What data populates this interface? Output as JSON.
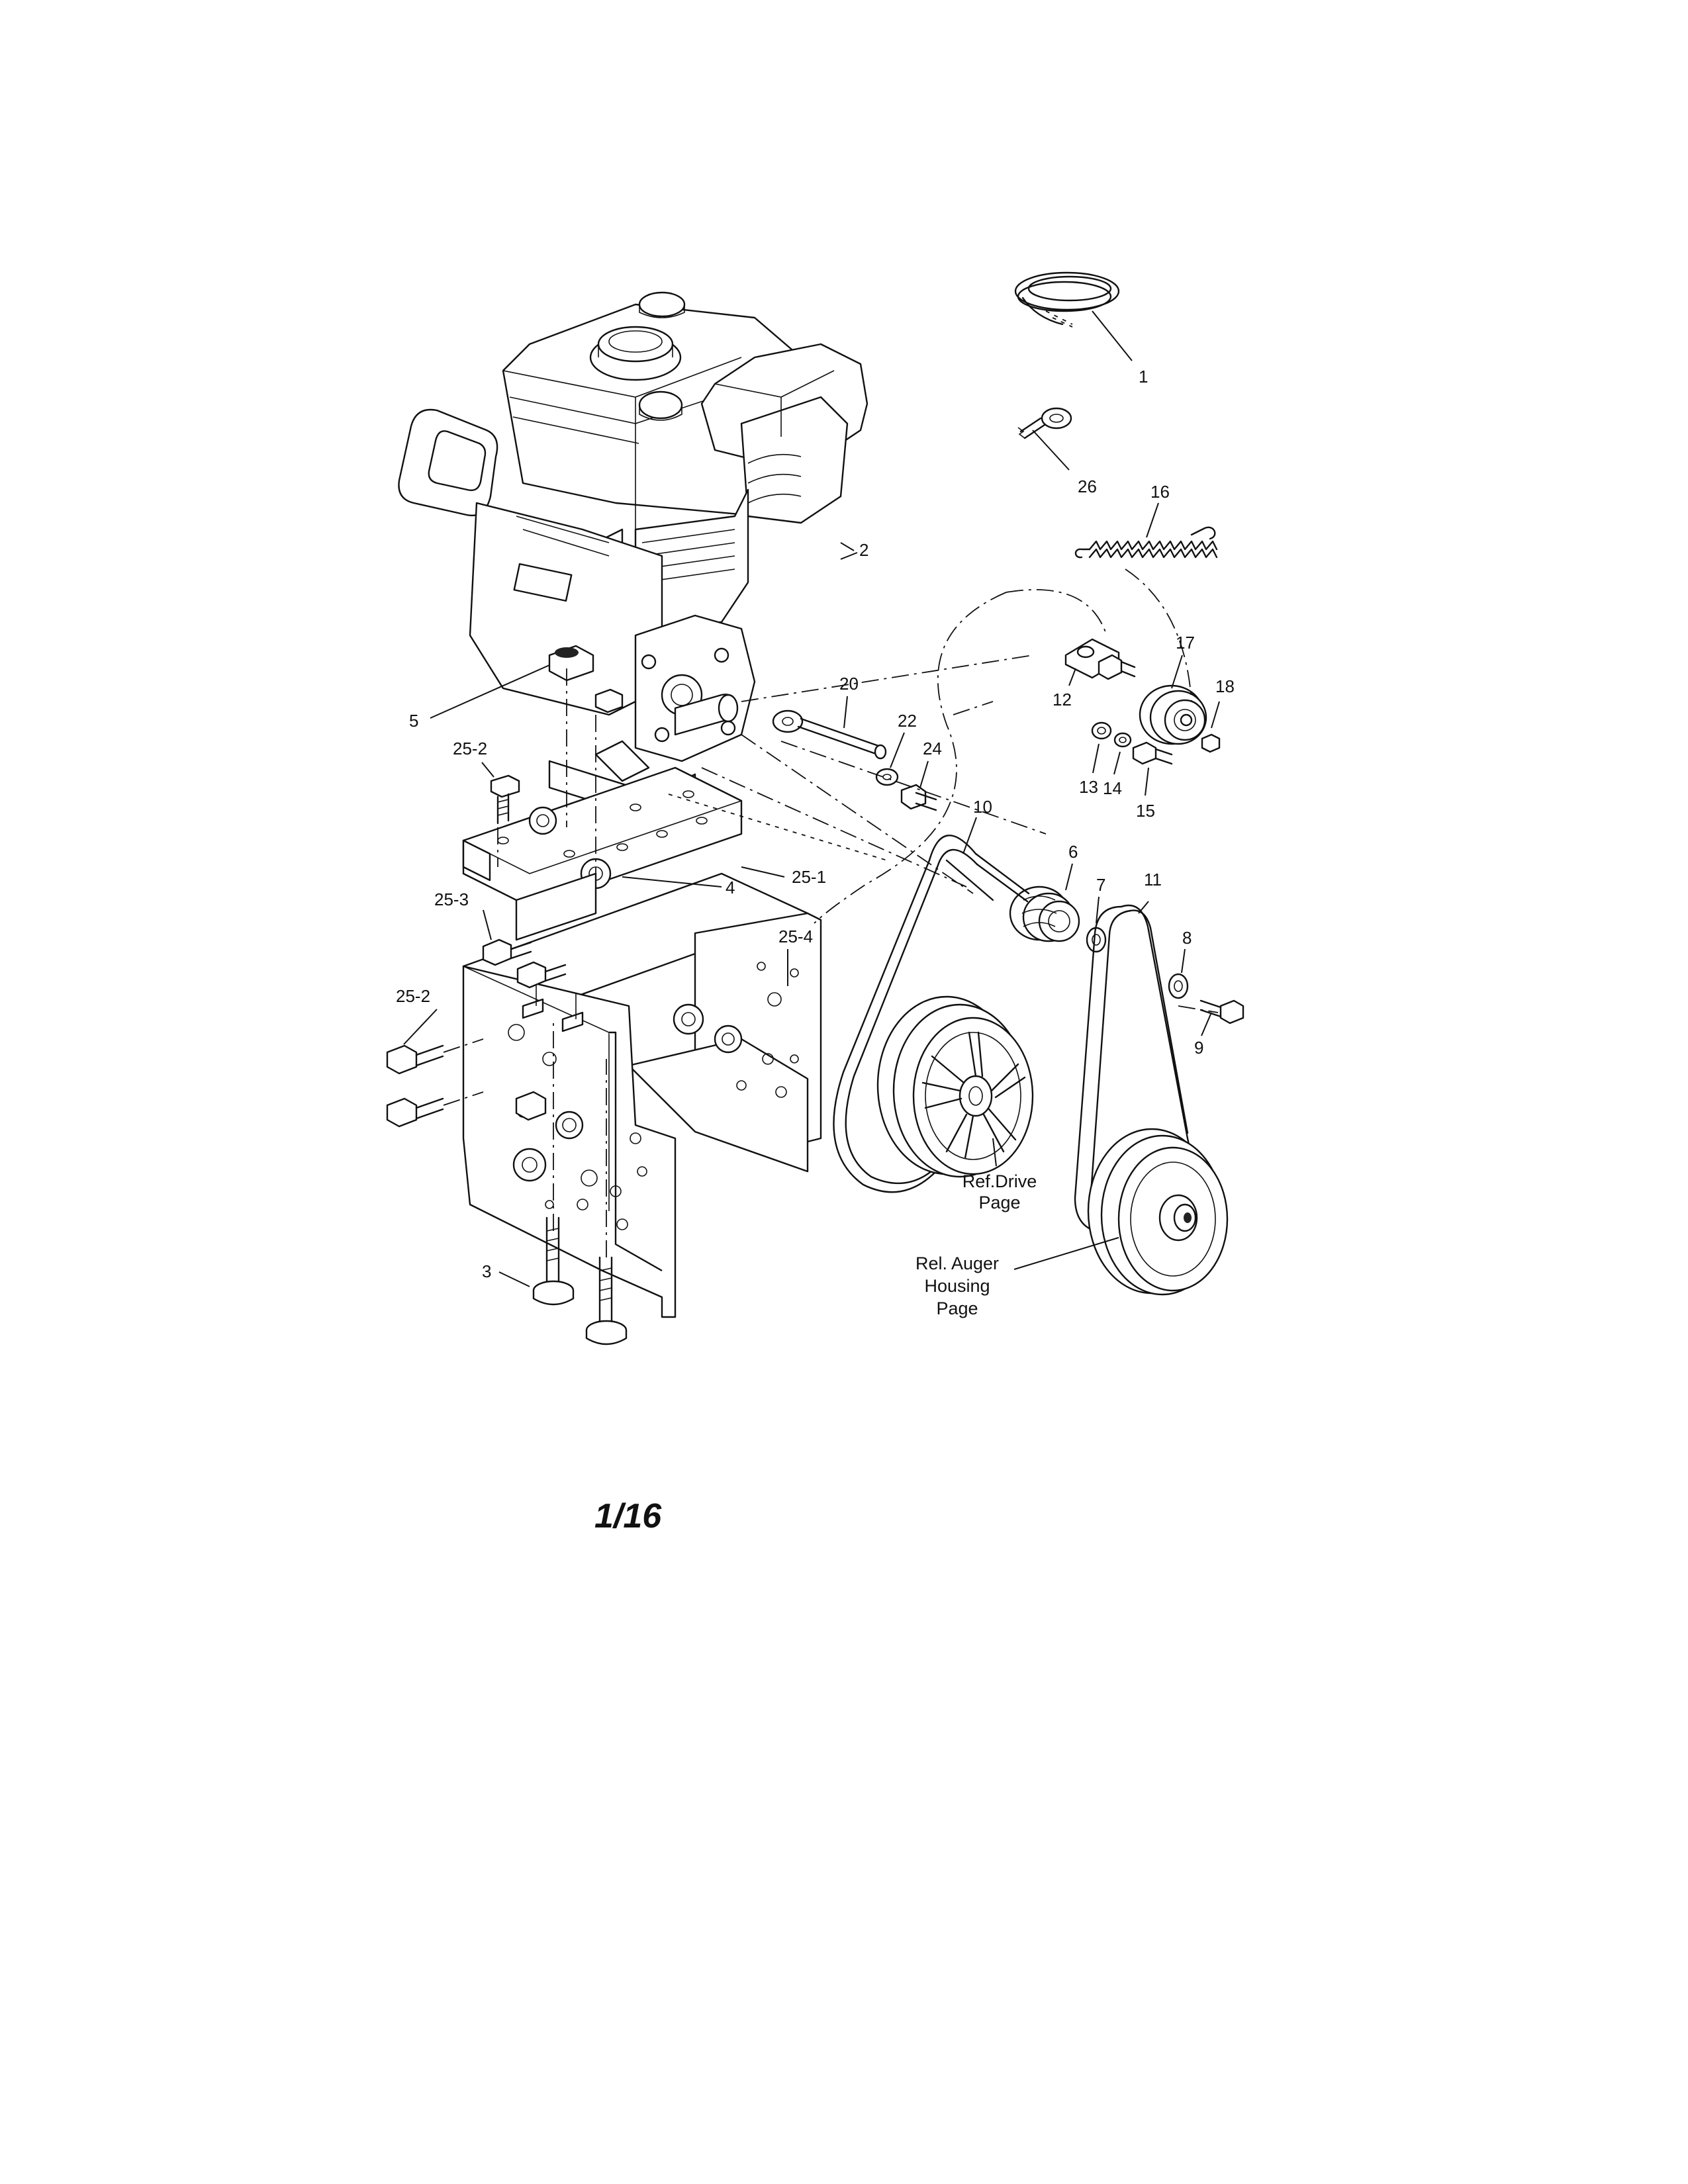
{
  "page_number": "1/16",
  "callouts": [
    {
      "id": "c1",
      "text": "1"
    },
    {
      "id": "c2",
      "text": "2"
    },
    {
      "id": "c3",
      "text": "3"
    },
    {
      "id": "c4",
      "text": "4"
    },
    {
      "id": "c5",
      "text": "5"
    },
    {
      "id": "c6",
      "text": "6"
    },
    {
      "id": "c7",
      "text": "7"
    },
    {
      "id": "c8",
      "text": "8"
    },
    {
      "id": "c9",
      "text": "9"
    },
    {
      "id": "c10",
      "text": "10"
    },
    {
      "id": "c11",
      "text": "11"
    },
    {
      "id": "c12",
      "text": "12"
    },
    {
      "id": "c13",
      "text": "13"
    },
    {
      "id": "c14",
      "text": "14"
    },
    {
      "id": "c15",
      "text": "15"
    },
    {
      "id": "c16",
      "text": "16"
    },
    {
      "id": "c17",
      "text": "17"
    },
    {
      "id": "c18",
      "text": "18"
    },
    {
      "id": "c20",
      "text": "20"
    },
    {
      "id": "c22",
      "text": "22"
    },
    {
      "id": "c24",
      "text": "24"
    },
    {
      "id": "c26",
      "text": "26"
    },
    {
      "id": "c25-1",
      "text": "25-1"
    },
    {
      "id": "c25-2a",
      "text": "25-2"
    },
    {
      "id": "c25-2b",
      "text": "25-2"
    },
    {
      "id": "c25-3",
      "text": "25-3"
    },
    {
      "id": "c25-4",
      "text": "25-4"
    }
  ],
  "references": {
    "drive": [
      "Ref.Drive",
      "Page"
    ],
    "auger": [
      "Rel. Auger",
      "Housing",
      "Page"
    ]
  }
}
